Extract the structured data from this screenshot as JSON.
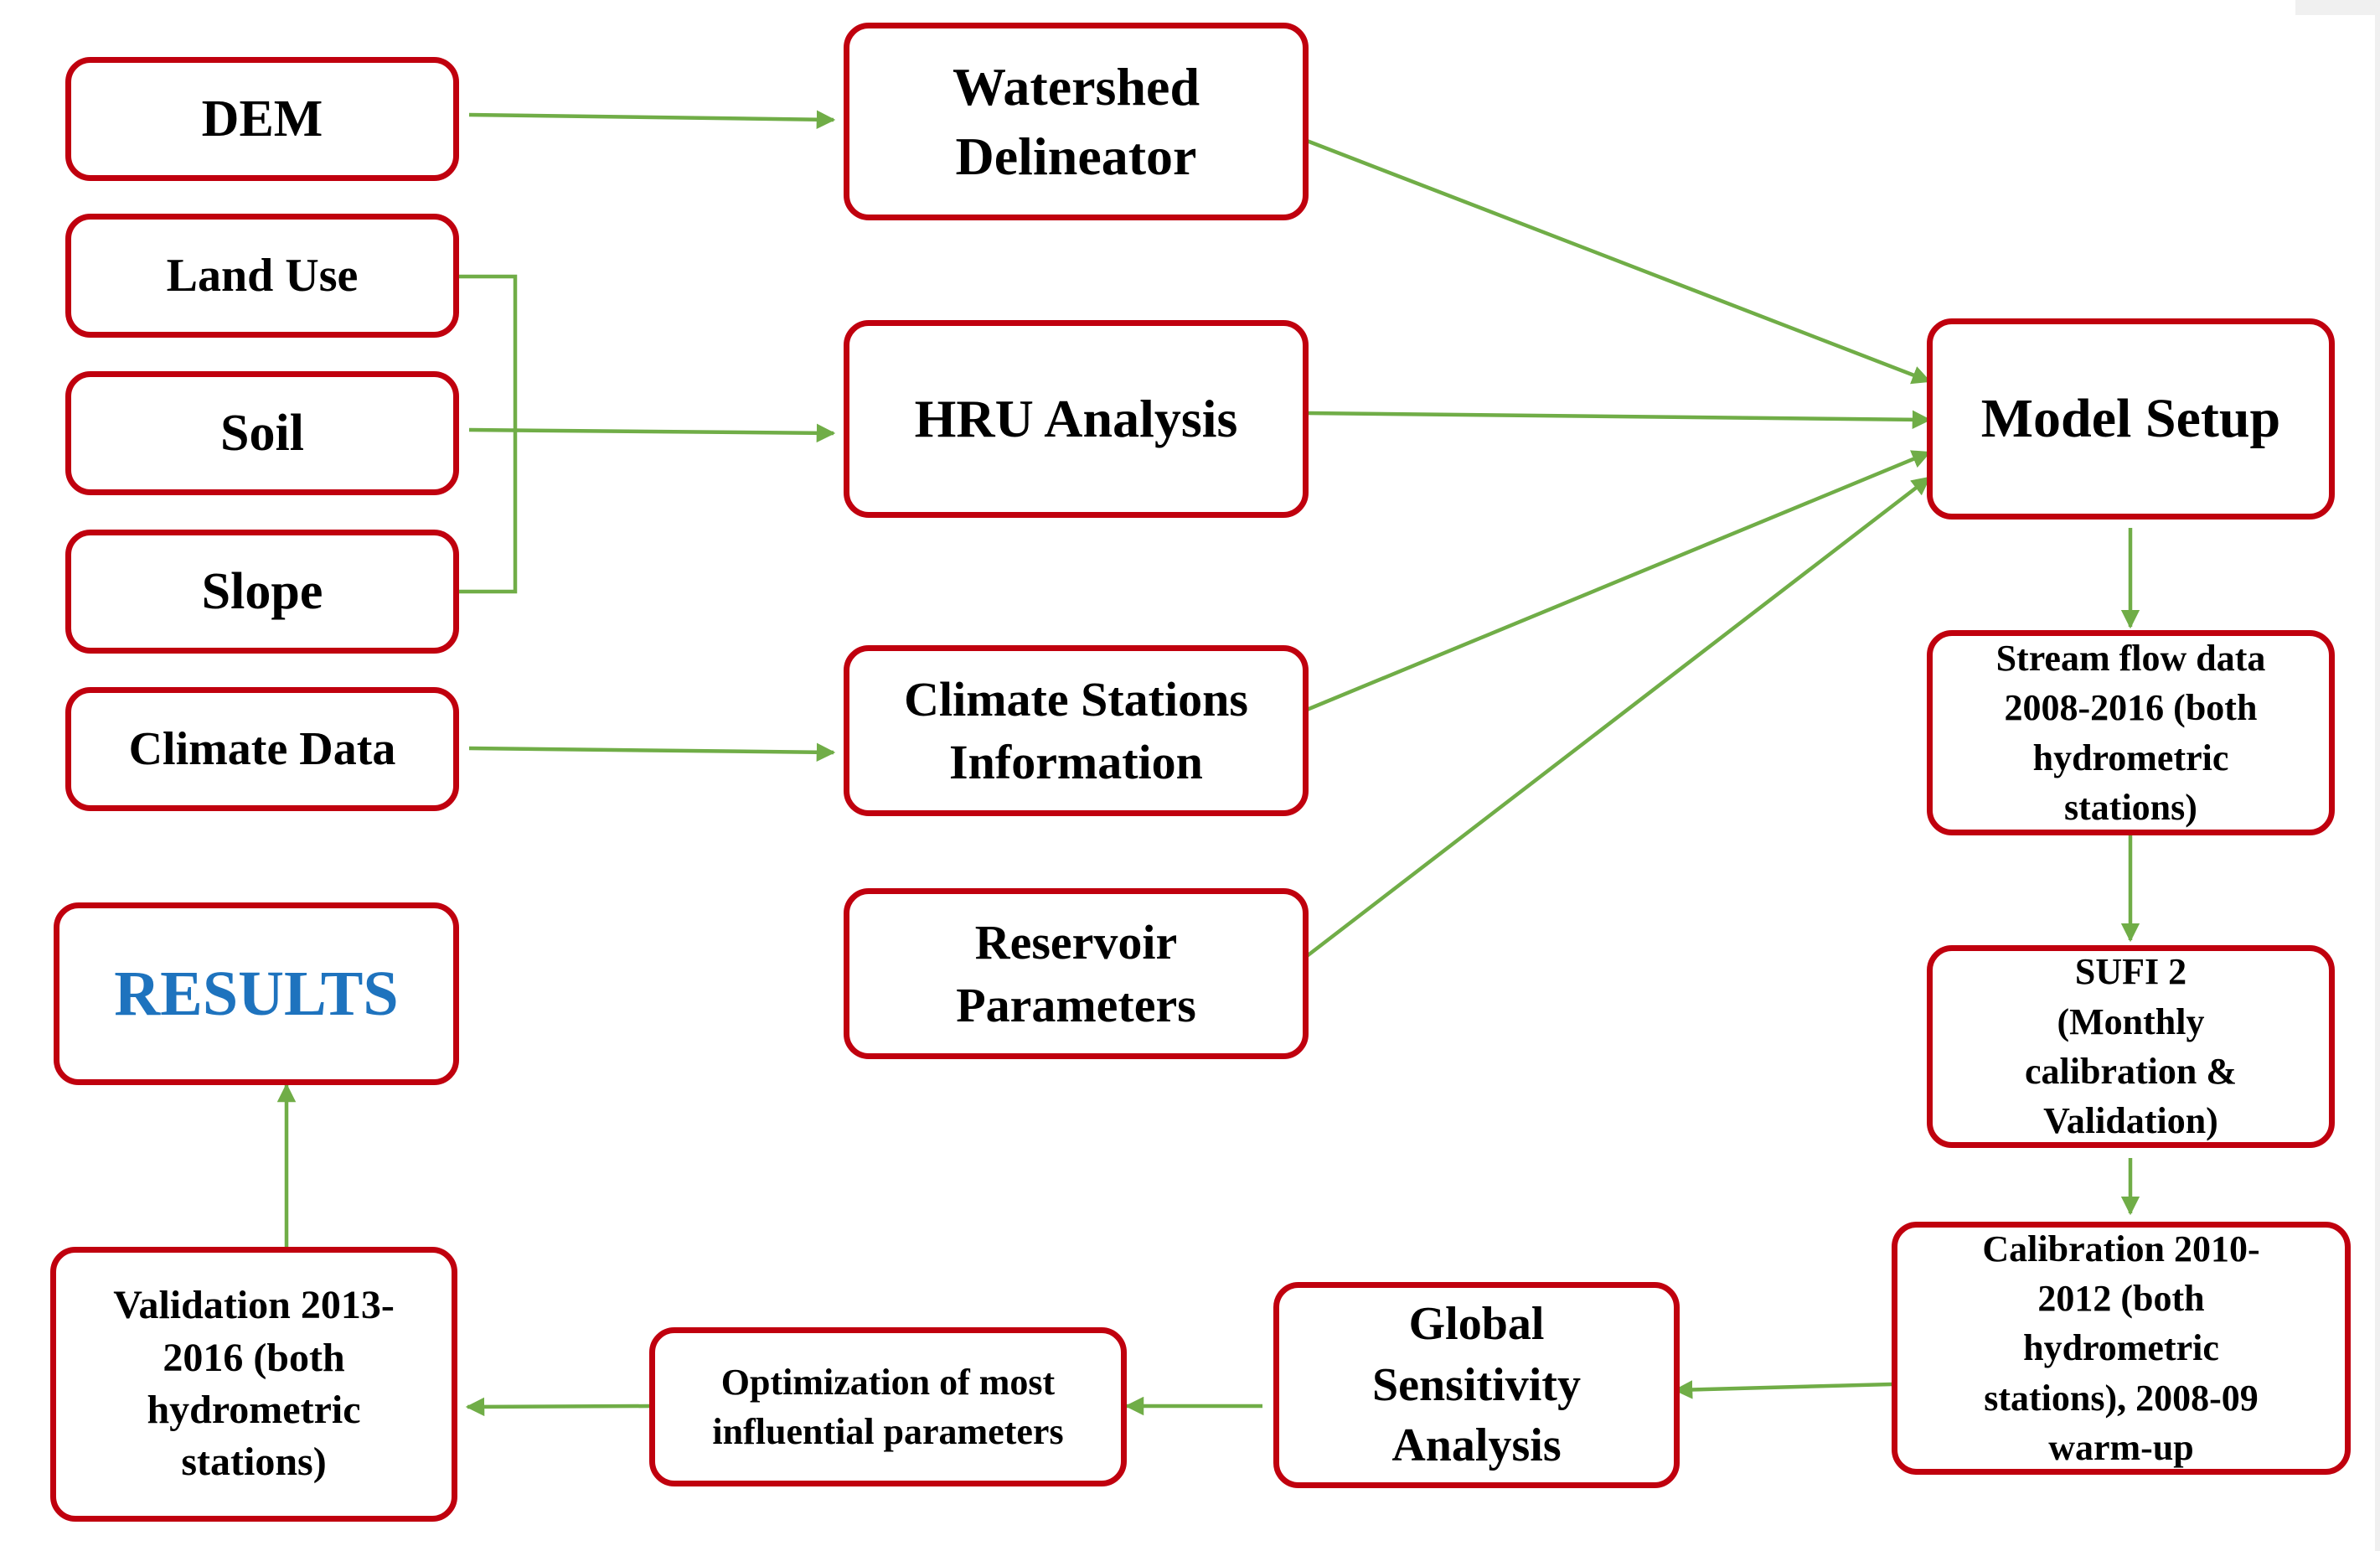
{
  "colors": {
    "box_border": "#c0000e",
    "arrow": "#70ad47",
    "results_text": "#1e73be",
    "text": "#000000"
  },
  "nodes": {
    "dem": "DEM",
    "land_use": "Land Use",
    "soil": "Soil",
    "slope": "Slope",
    "climate_data": "Climate Data",
    "results": "RESULTS",
    "validation": "Validation 2013-\n2016 (both\nhydrometric\nstations)",
    "watershed_delineator": "Watershed\nDelineator",
    "hru_analysis": "HRU Analysis",
    "climate_stations": "Climate Stations\nInformation",
    "reservoir": "Reservoir\nParameters",
    "optimization": "Optimization of most\ninfluential parameters",
    "global_sensitivity": "Global\nSensitivity\nAnalysis",
    "model_setup": "Model Setup",
    "stream_flow": "Stream flow data\n2008-2016 (both\nhydrometric\nstations)",
    "sufi2": "SUFI 2\n(Monthly\ncalibration &\nValidation)",
    "calibration": "Calibration 2010-\n2012 (both\nhydrometric\nstations), 2008-09\nwarm-up"
  },
  "edges": [
    {
      "from": "dem",
      "to": "watershed_delineator"
    },
    {
      "from": "land_use",
      "to": "hru_analysis"
    },
    {
      "from": "soil",
      "to": "hru_analysis"
    },
    {
      "from": "slope",
      "to": "hru_analysis"
    },
    {
      "from": "climate_data",
      "to": "climate_stations"
    },
    {
      "from": "watershed_delineator",
      "to": "model_setup"
    },
    {
      "from": "hru_analysis",
      "to": "model_setup"
    },
    {
      "from": "climate_stations",
      "to": "model_setup"
    },
    {
      "from": "reservoir",
      "to": "model_setup"
    },
    {
      "from": "model_setup",
      "to": "stream_flow"
    },
    {
      "from": "stream_flow",
      "to": "sufi2"
    },
    {
      "from": "sufi2",
      "to": "calibration"
    },
    {
      "from": "calibration",
      "to": "global_sensitivity"
    },
    {
      "from": "global_sensitivity",
      "to": "optimization"
    },
    {
      "from": "optimization",
      "to": "validation"
    },
    {
      "from": "validation",
      "to": "results"
    }
  ]
}
